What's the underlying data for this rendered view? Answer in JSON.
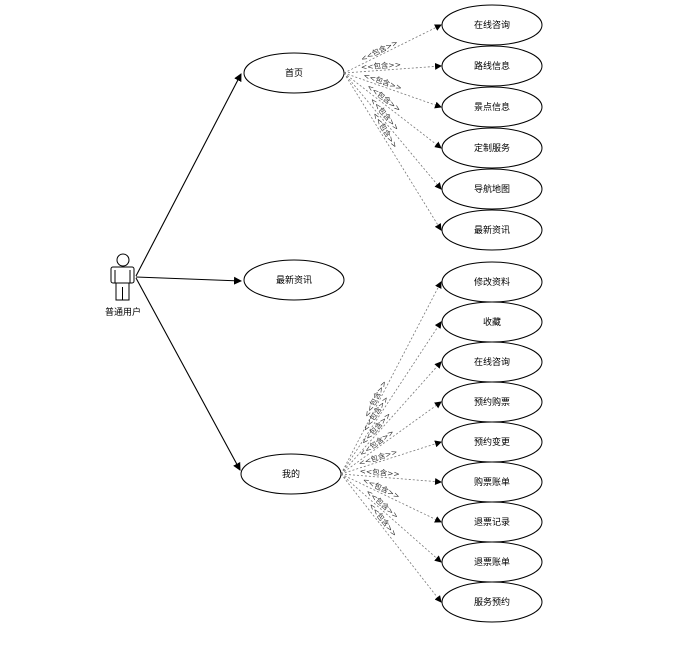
{
  "actor": {
    "label": "普通用户"
  },
  "relation_label": "<<包含>>",
  "main_use_cases": [
    {
      "id": "home",
      "label": "首页"
    },
    {
      "id": "news",
      "label": "最新资讯"
    },
    {
      "id": "mine",
      "label": "我的"
    }
  ],
  "home_includes": [
    "在线咨询",
    "路线信息",
    "景点信息",
    "定制服务",
    "导航地图",
    "最新资讯"
  ],
  "mine_includes": [
    "修改资料",
    "收藏",
    "在线咨询",
    "预约购票",
    "预约变更",
    "购票账单",
    "退票记录",
    "退票账单",
    "服务预约"
  ]
}
